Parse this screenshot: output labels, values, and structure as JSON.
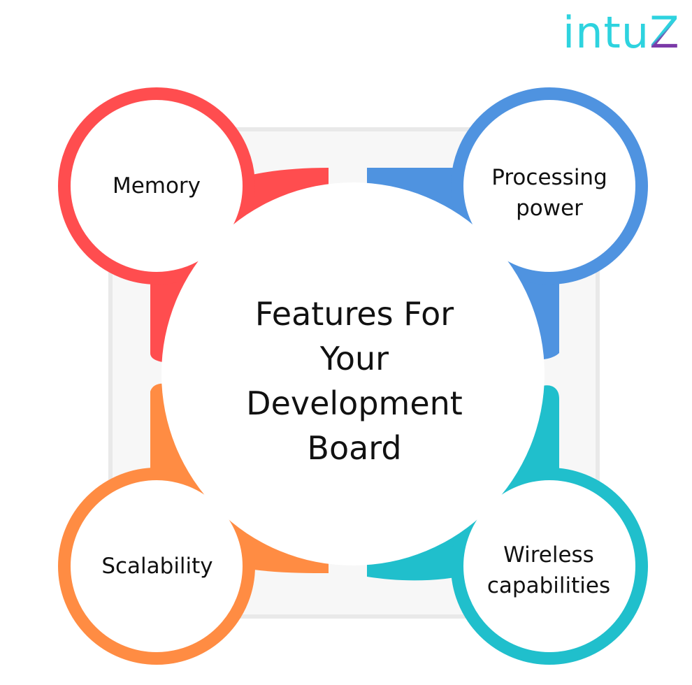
{
  "logo": {
    "text_main": "intu",
    "text_end": "Z",
    "colors": {
      "primary": "#2ed3df",
      "accent": "#7b3aa8"
    }
  },
  "diagram": {
    "center_title": "Features For\nYour\nDevelopment\nBoard",
    "features": [
      {
        "id": "memory",
        "label": "Memory",
        "color": "#ff4d4f"
      },
      {
        "id": "processing-power",
        "label": "Processing\npower",
        "color": "#4f93e0"
      },
      {
        "id": "scalability",
        "label": "Scalability",
        "color": "#ff8c43"
      },
      {
        "id": "wireless-capabilities",
        "label": "Wireless\ncapabilities",
        "color": "#20bfcc"
      }
    ],
    "colors": {
      "frame": "#e9e9e9",
      "frame_fill": "#f7f7f7",
      "center_fill": "#ffffff",
      "circle_fill": "#ffffff",
      "text": "#111111"
    }
  }
}
